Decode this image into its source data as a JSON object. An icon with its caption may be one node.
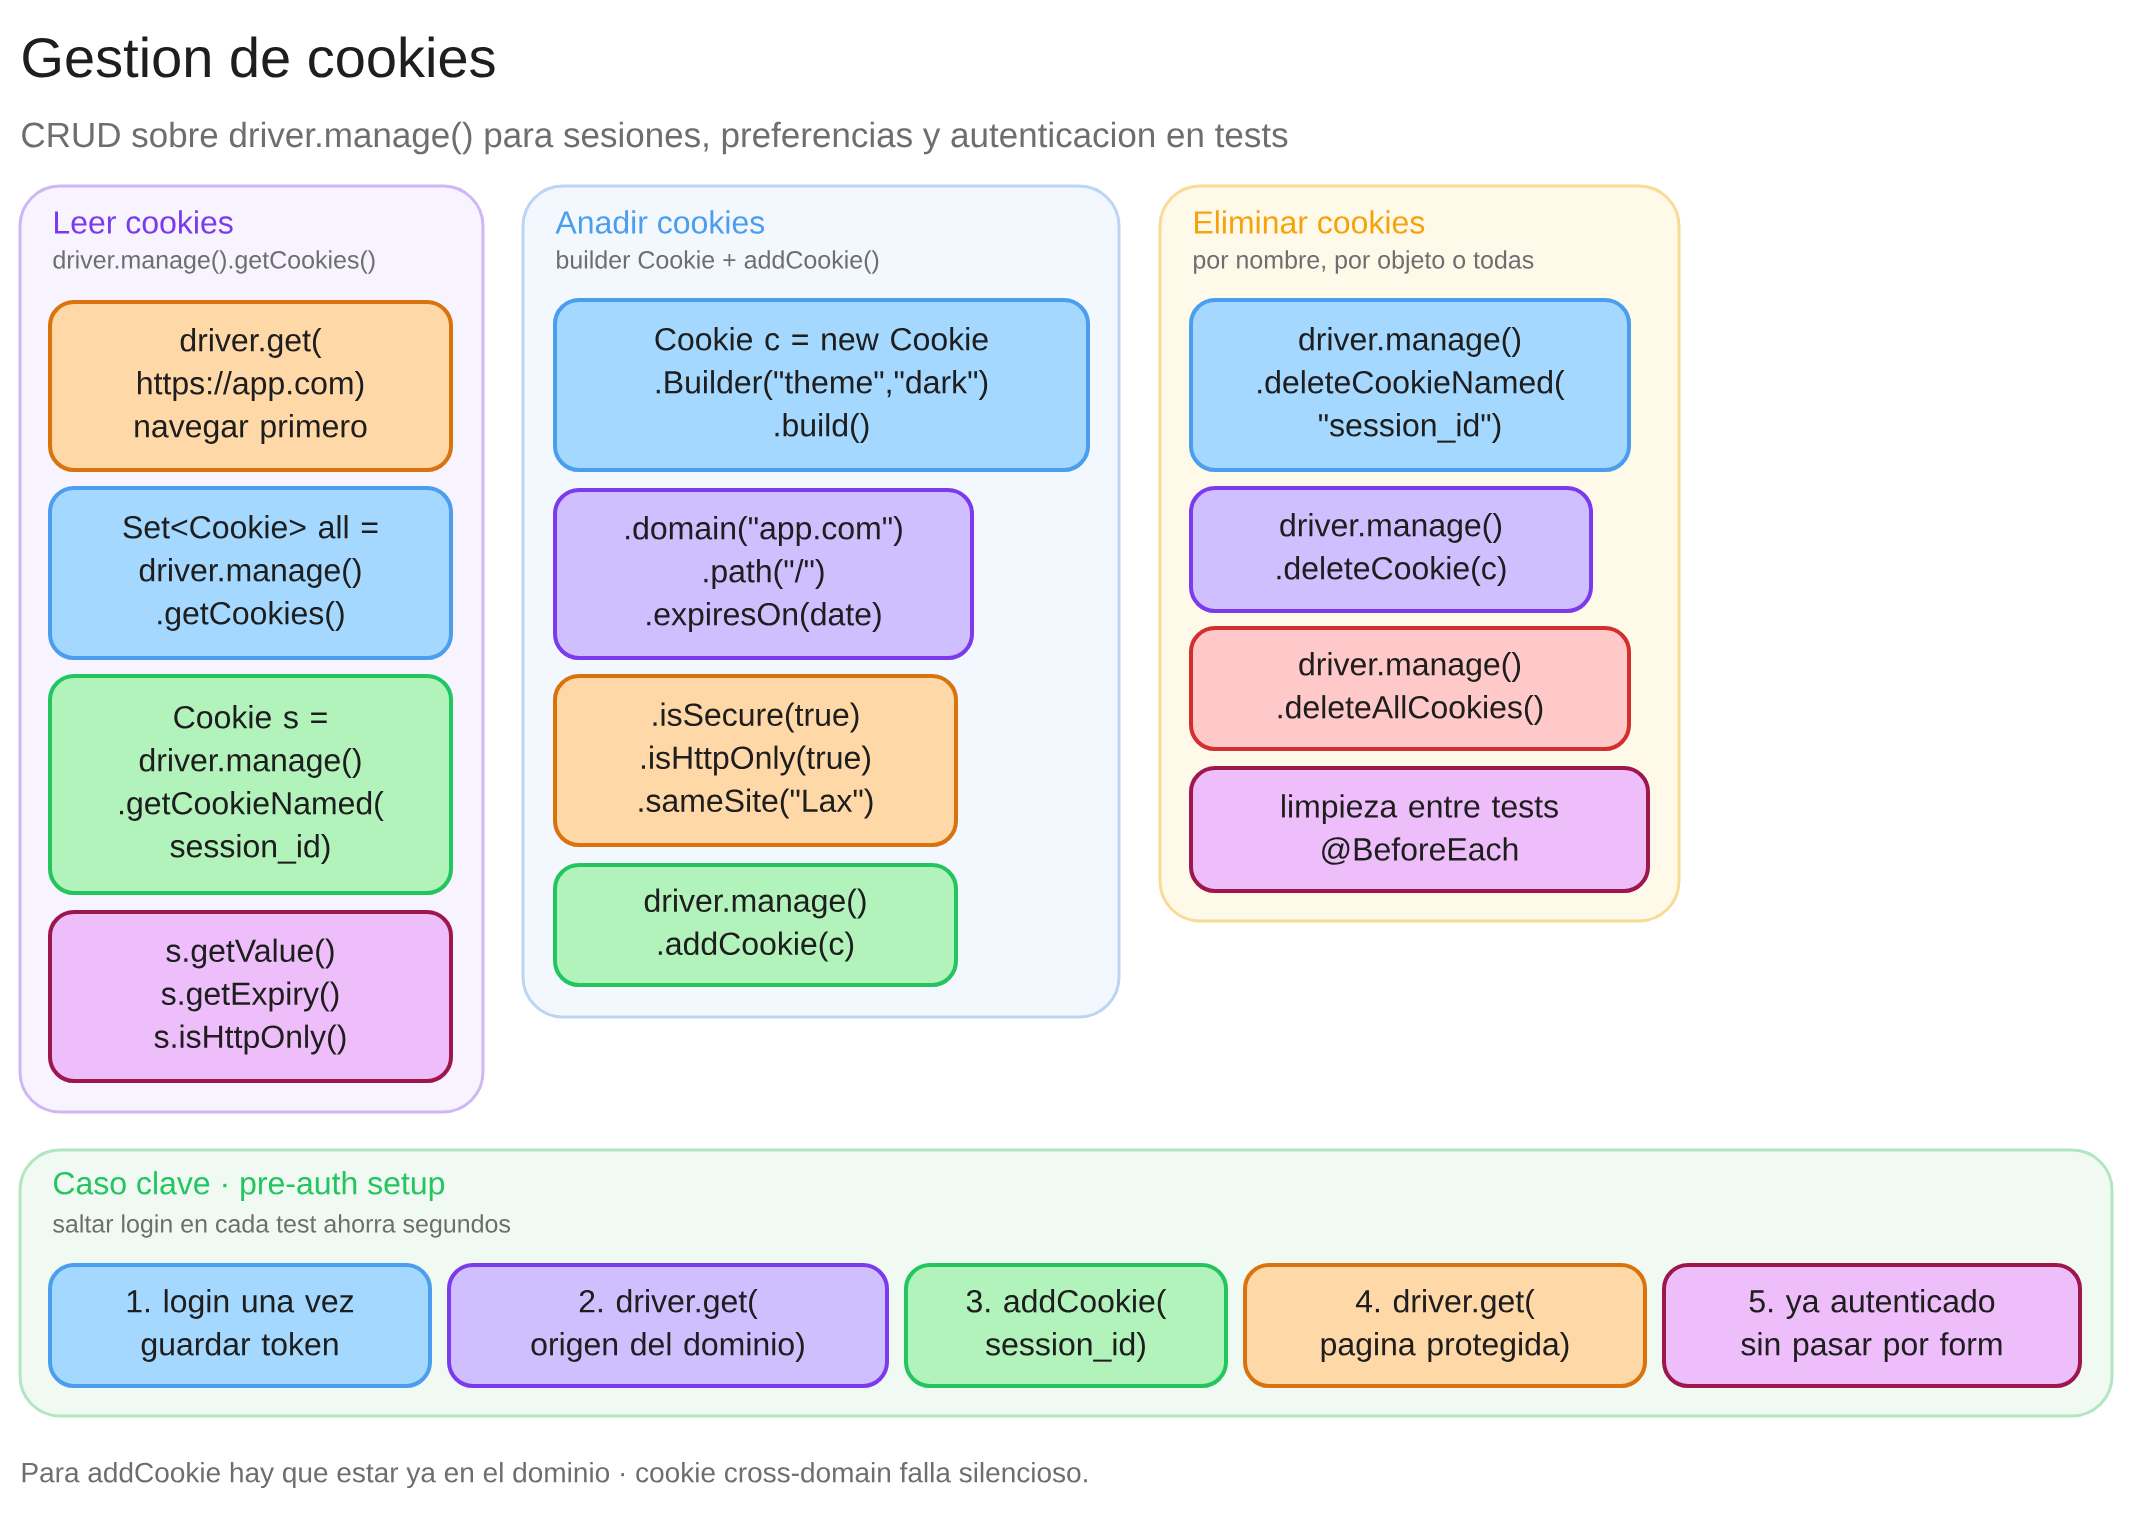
{
  "diagram": {
    "title": "Gestion de cookies",
    "caption": "Para addCookie hay que estar ya en el dominio · cookie cross-domain falla silencioso.",
    "labels": [
      "CRUD sobre driver.manage() para sesiones, preferencias y autenticacion en tests"
    ],
    "nodes": [
      {
        "text": [
          "Leer cookies",
          "driver.manage().getCookies()"
        ]
      },
      {
        "text": [
          "driver.get( https://app.com) navegar primero"
        ],
        "in": 0
      },
      {
        "text": [
          "Set<Cookie> all = driver.manage() .getCookies()"
        ],
        "in": 0
      },
      {
        "text": [
          "Cookie s = driver.manage() .getCookieNamed( session_id)"
        ],
        "in": 0
      },
      {
        "text": [
          "s.getValue() s.getExpiry() s.isHttpOnly()"
        ],
        "in": 0
      },
      {
        "text": [
          "Anadir cookies",
          "builder Cookie + addCookie()"
        ]
      },
      {
        "text": [
          "Cookie c = new Cookie .Builder(\"theme\",\"dark\") .build()"
        ],
        "in": 5
      },
      {
        "text": [
          ".domain(\"app.com\") .path(\"/\") .expiresOn(date)"
        ],
        "in": 5
      },
      {
        "text": [
          ".isSecure(true) .isHttpOnly(true) .sameSite(\"Lax\")"
        ],
        "in": 5
      },
      {
        "text": [
          "driver.manage() .addCookie(c)"
        ],
        "in": 5
      },
      {
        "text": [
          "Eliminar cookies",
          "por nombre, por objeto o todas"
        ]
      },
      {
        "text": [
          "driver.manage() .deleteCookieNamed( \"session_id\")"
        ],
        "in": 10
      },
      {
        "text": [
          "driver.manage() .deleteCookie(c)"
        ],
        "in": 10
      },
      {
        "text": [
          "driver.manage() .deleteAllCookies()"
        ],
        "in": 10
      },
      {
        "text": [
          "limpieza entre tests @BeforeEach"
        ],
        "in": 10
      },
      {
        "text": [
          "Caso clave · pre-auth setup",
          "saltar login en cada test ahorra segundos"
        ]
      },
      {
        "text": [
          "1. login una vez guardar token"
        ],
        "in": 15
      },
      {
        "text": [
          "2. driver.get( origen del dominio)"
        ],
        "in": 15
      },
      {
        "text": [
          "3. addCookie( session_id)"
        ],
        "in": 15
      },
      {
        "text": [
          "4. driver.get( pagina protegida)"
        ],
        "in": 15
      },
      {
        "text": [
          "5. ya autenticado sin pasar por form"
        ],
        "in": 15
      }
    ]
  }
}
